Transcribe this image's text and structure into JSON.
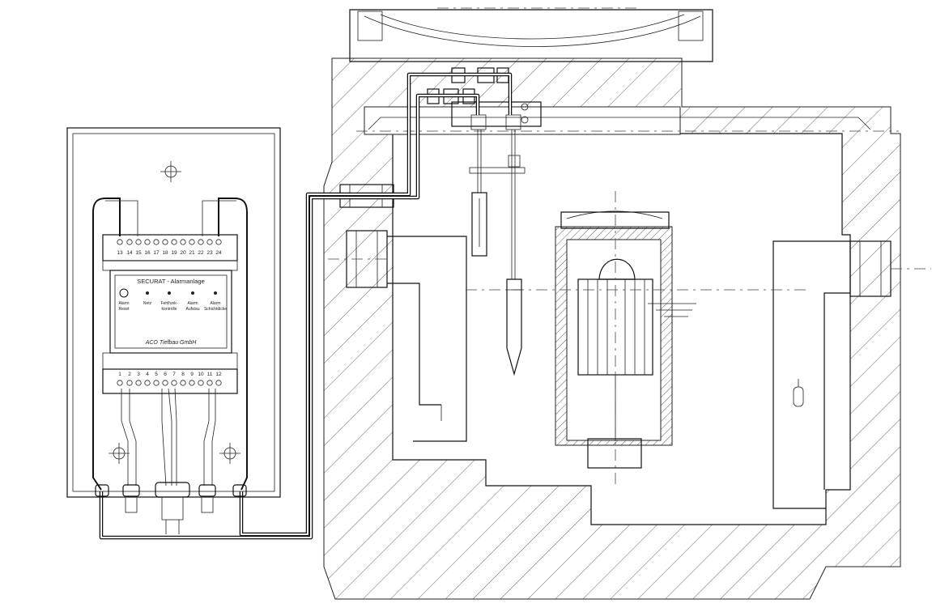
{
  "panel": {
    "title": "SECURAT - Alarmanlage",
    "manufacturer": "ACO Tiefbau GmbH",
    "terminals_top": [
      "13",
      "14",
      "15",
      "16",
      "17",
      "18",
      "19",
      "20",
      "21",
      "22",
      "23",
      "24"
    ],
    "terminals_bottom": [
      "1",
      "2",
      "3",
      "4",
      "5",
      "6",
      "7",
      "8",
      "9",
      "10",
      "11",
      "12"
    ],
    "indicators": [
      {
        "line1": "Alarm",
        "line2": "Reset"
      },
      {
        "line1": "Netz",
        "line2": ""
      },
      {
        "line1": "Fehlfunk-",
        "line2": "kontrolle"
      },
      {
        "line1": "Alarm",
        "line2": "Aufstau"
      },
      {
        "line1": "Alarm",
        "line2": "Schichtdicke"
      }
    ]
  },
  "colors": {
    "line": "#111111",
    "hatch": "#555555",
    "background": "#ffffff"
  }
}
